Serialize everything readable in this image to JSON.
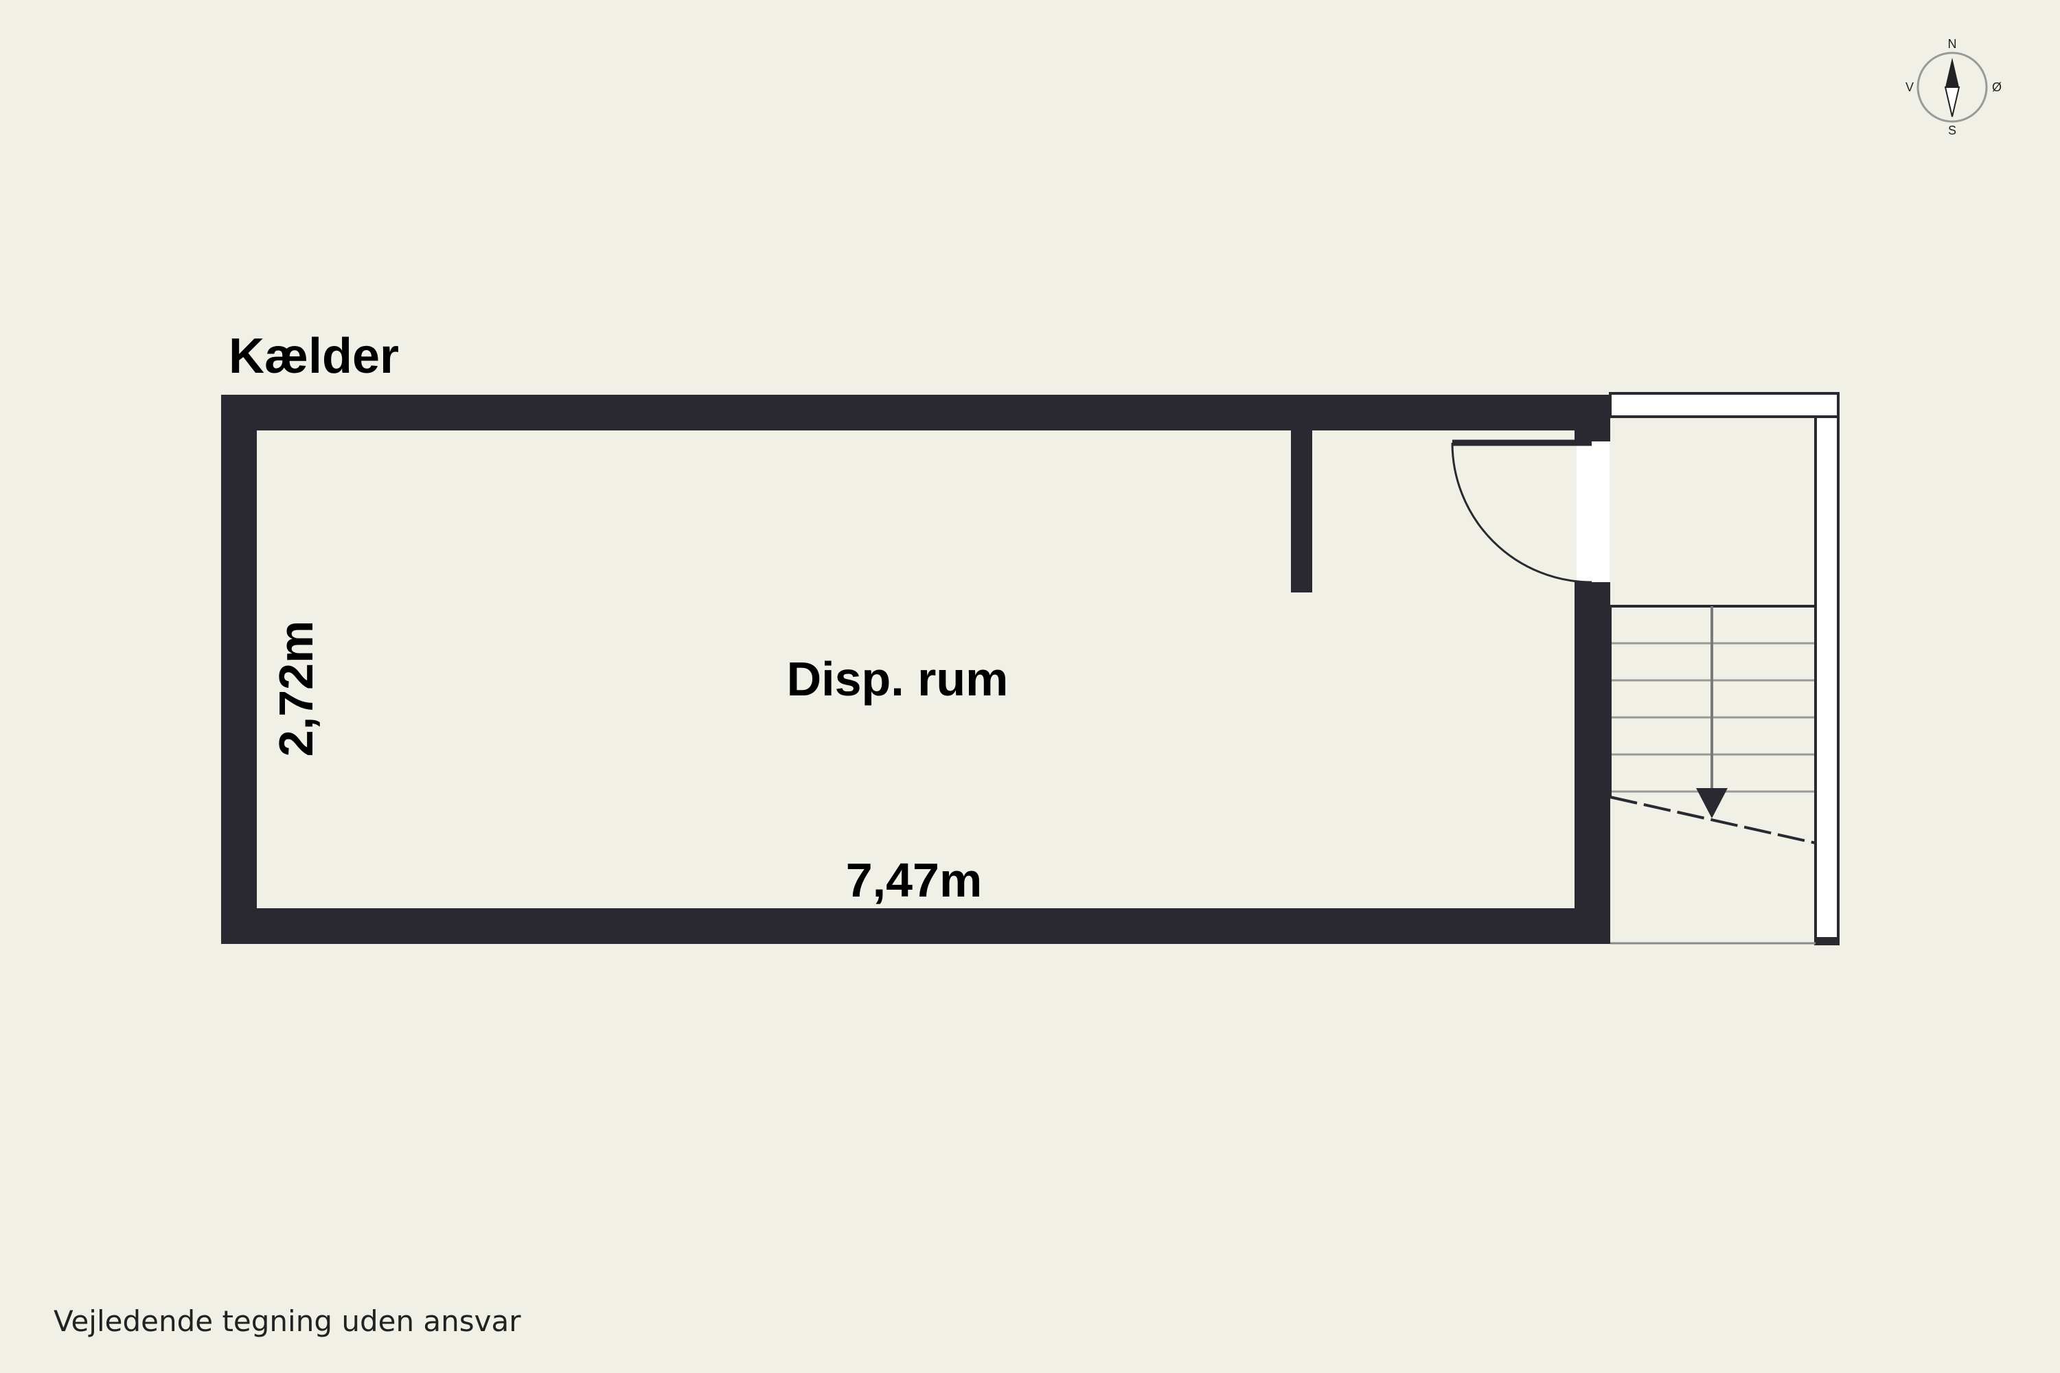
{
  "floor": {
    "title": "Kælder",
    "room_label": "Disp. rum",
    "dim_width": "7,47m",
    "dim_height": "2,72m"
  },
  "compass": {
    "north": "N",
    "south": "S",
    "west": "V",
    "east": "Ø"
  },
  "footer": {
    "disclaimer": "Vejledende tegning uden ansvar"
  },
  "colors": {
    "background": "#f1f0e7",
    "wall": "#2a2830",
    "opening": "#ffffff",
    "stair_line": "#9a9a9a"
  }
}
